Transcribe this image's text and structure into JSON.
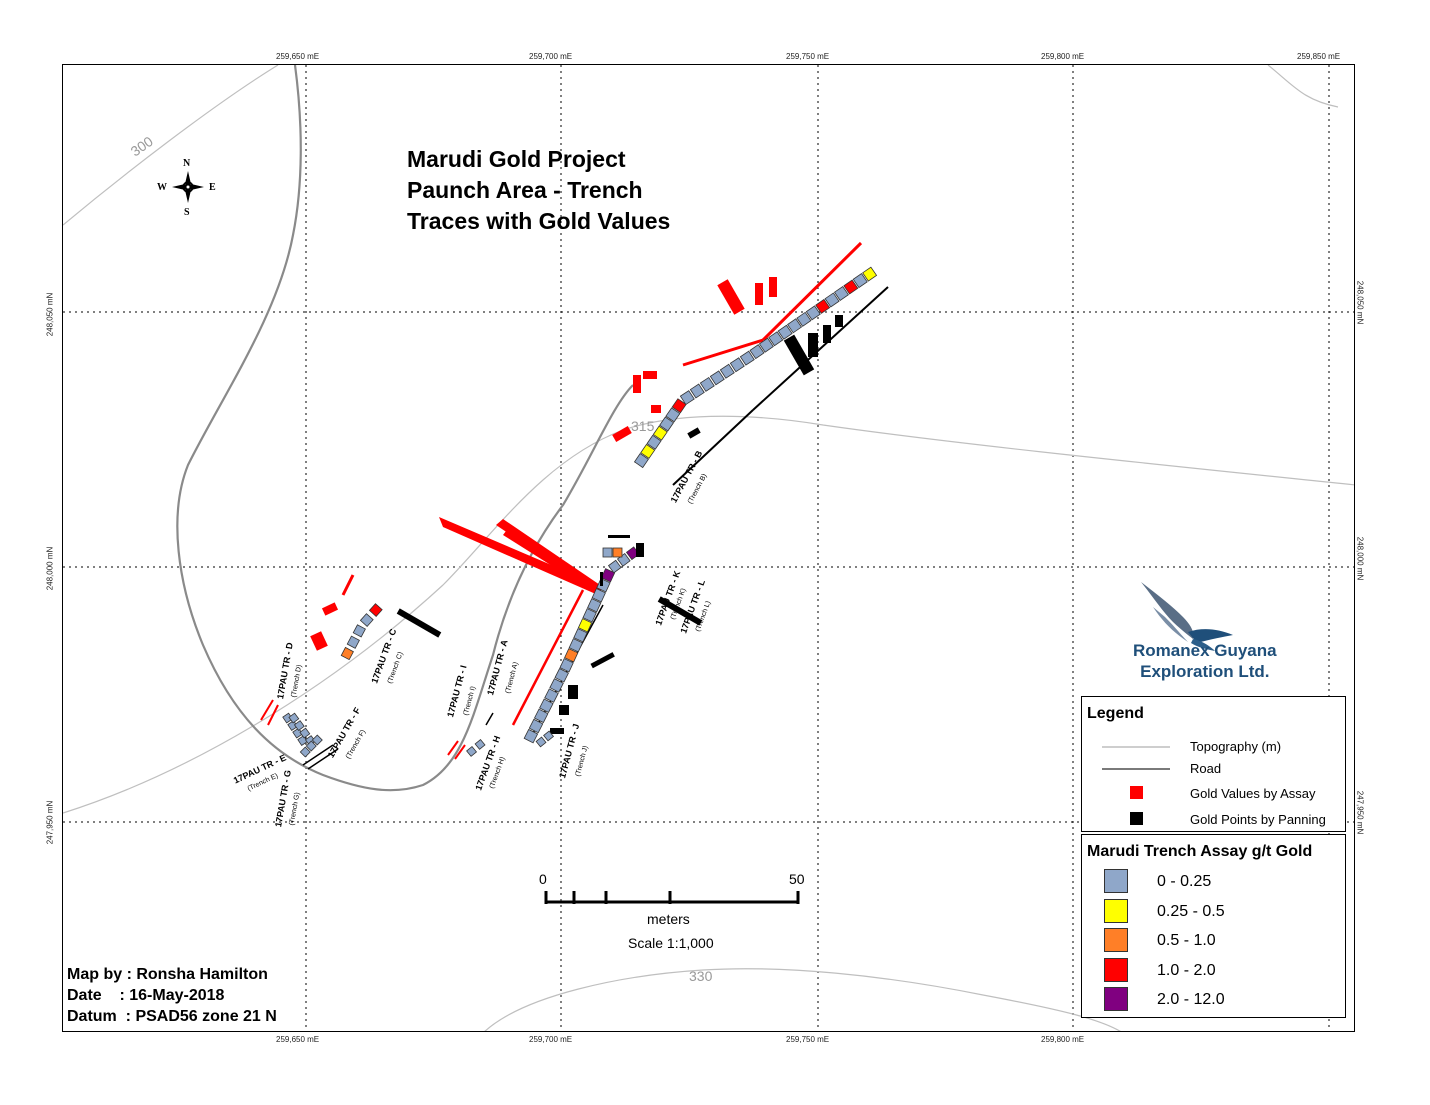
{
  "title": {
    "line1": "Marudi Gold Project",
    "line2": "Paunch Area - Trench",
    "line3": "Traces with Gold Values"
  },
  "grid": {
    "easting_labels": [
      "259,650 mE",
      "259,700 mE",
      "259,750 mE",
      "259,800 mE",
      "259,850 mE"
    ],
    "northing_labels": [
      "248,050 mN",
      "248,000 mN",
      "247,950 mN"
    ]
  },
  "compass": {
    "n": "N",
    "s": "S",
    "e": "E",
    "w": "W"
  },
  "contours": {
    "c300": "300",
    "c315": "315",
    "c330": "330"
  },
  "trenches": [
    {
      "label": "17PAU TR - B",
      "sub": "(Trench B)"
    },
    {
      "label": "17PAU TR - A",
      "sub": "(Trench A)"
    },
    {
      "label": "17PAU TR - K",
      "sub": "(Trench K)"
    },
    {
      "label": "17PAU TR - L",
      "sub": "(Trench L)"
    },
    {
      "label": "17PAU TR - C",
      "sub": "(Trench C)"
    },
    {
      "label": "17PAU TR - D",
      "sub": "(Trench D)"
    },
    {
      "label": "17PAU TR - F",
      "sub": "(Trench F)"
    },
    {
      "label": "17PAU TR - E",
      "sub": "(Trench E)"
    },
    {
      "label": "17PAU TR - G",
      "sub": "(Trench G)"
    },
    {
      "label": "17PAU TR - I",
      "sub": "(Trench I)"
    },
    {
      "label": "17PAU TR - H",
      "sub": "(Trench H)"
    },
    {
      "label": "17PAU TR - J",
      "sub": "(Trench J)"
    }
  ],
  "logo": {
    "line1": "Romanex Guyana",
    "line2": "Exploration Ltd."
  },
  "legend": {
    "title": "Legend",
    "items": [
      {
        "label": "Topography (m)",
        "kind": "line",
        "color": "#bdbdbd"
      },
      {
        "label": "Road",
        "kind": "line",
        "color": "#7a7a7a"
      },
      {
        "label": "Gold Values by Assay",
        "kind": "square",
        "color": "#ff0000"
      },
      {
        "label": "Gold Points by Panning",
        "kind": "square",
        "color": "#000000"
      }
    ]
  },
  "assay_legend": {
    "title": "Marudi Trench Assay g/t Gold",
    "classes": [
      {
        "label": "0 - 0.25",
        "color": "#8fa7c9"
      },
      {
        "label": "0.25 - 0.5",
        "color": "#ffff00"
      },
      {
        "label": "0.5 - 1.0",
        "color": "#ff7f27"
      },
      {
        "label": "1.0 - 2.0",
        "color": "#ff0000"
      },
      {
        "label": "2.0 - 12.0",
        "color": "#800080"
      }
    ]
  },
  "scale": {
    "start": "0",
    "end": "50",
    "units": "meters",
    "ratio": "Scale 1:1,000"
  },
  "credits": {
    "map_by": "Map by : Ronsha Hamilton",
    "date": "Date    : 16-May-2018",
    "datum": "Datum  : PSAD56 zone 21 N"
  }
}
